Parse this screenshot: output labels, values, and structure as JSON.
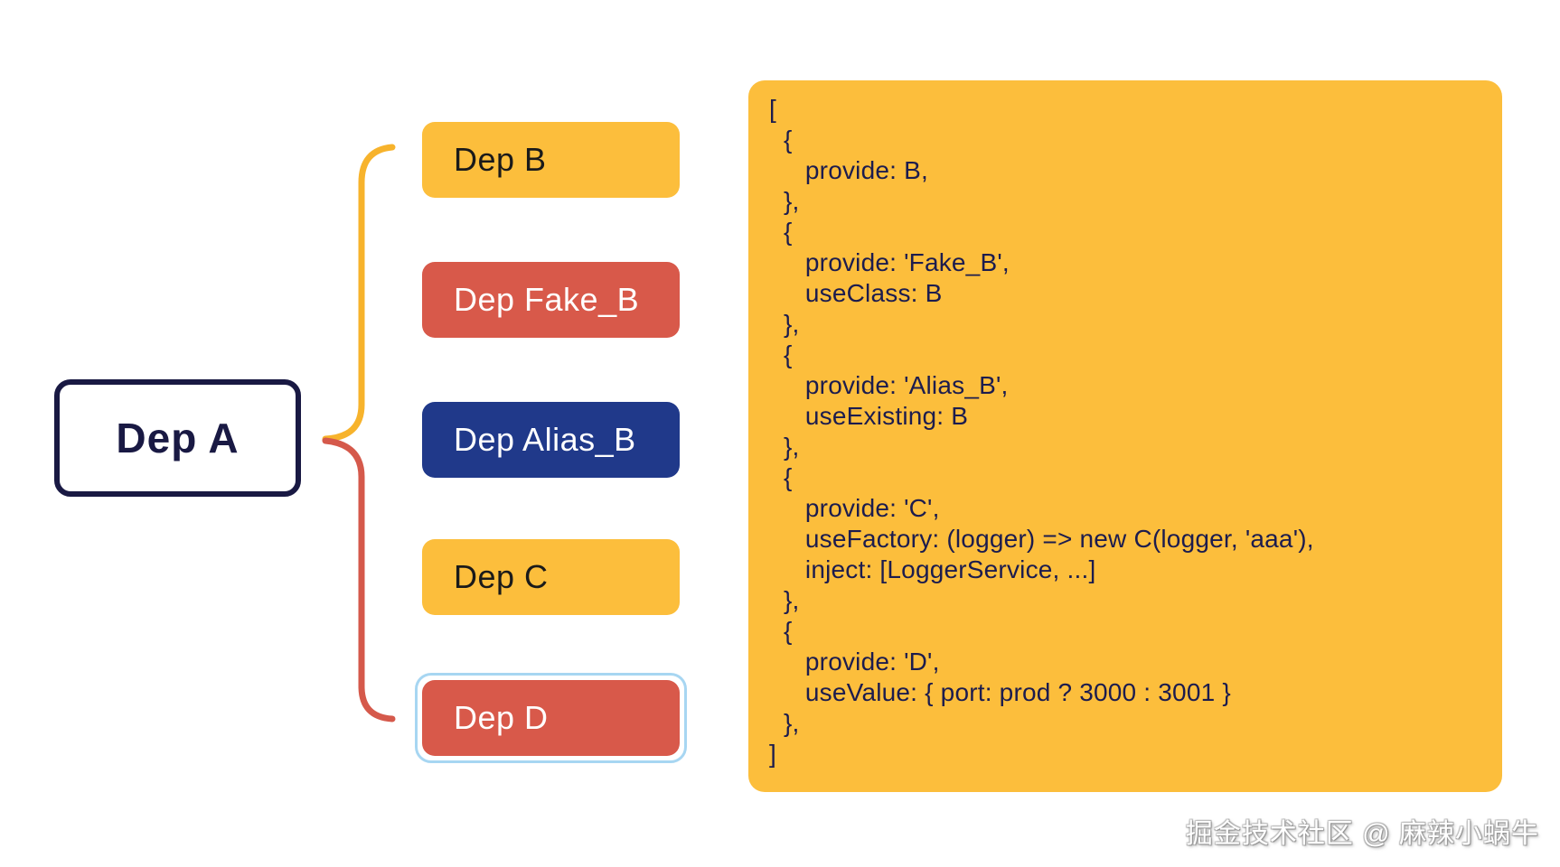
{
  "diagram": {
    "root": {
      "label": "Dep A",
      "border_color": "#191943",
      "text_color": "#191943",
      "background": "#FFFFFF"
    },
    "children": [
      {
        "label": "Dep B",
        "background": "#FCBE3C",
        "text_color": "#1A1A1A",
        "selected": false
      },
      {
        "label": "Dep Fake_B",
        "background": "#D8594A",
        "text_color": "#FFFFFF",
        "selected": false
      },
      {
        "label": "Dep Alias_B",
        "background": "#20398A",
        "text_color": "#FFFFFF",
        "selected": false
      },
      {
        "label": "Dep C",
        "background": "#FCBE3C",
        "text_color": "#1A1A1A",
        "selected": false
      },
      {
        "label": "Dep D",
        "background": "#D8594A",
        "text_color": "#FFFFFF",
        "selected": true
      }
    ],
    "selection_ring_color": "#A7D6F2",
    "connectors": {
      "upper_branch_color": "#F7B32C",
      "lower_branch_color": "#D5594B"
    },
    "code_panel": {
      "background": "#FCBE3C",
      "text_color": "#1C1C4E",
      "lines": [
        "[",
        "  {",
        "     provide: B,",
        "  },",
        "  {",
        "     provide: 'Fake_B',",
        "     useClass: B",
        "  },",
        "  {",
        "     provide: 'Alias_B',",
        "     useExisting: B",
        "  },",
        "  {",
        "     provide: 'C',",
        "     useFactory: (logger) => new C(logger, 'aaa'),",
        "     inject: [LoggerService, ...]",
        "  },",
        "  {",
        "     provide: 'D',",
        "     useValue: { port: prod ? 3000 : 3001 }",
        "  },",
        "]"
      ]
    }
  },
  "watermark": {
    "text": "掘金技术社区 @ 麻辣小蜗牛"
  }
}
